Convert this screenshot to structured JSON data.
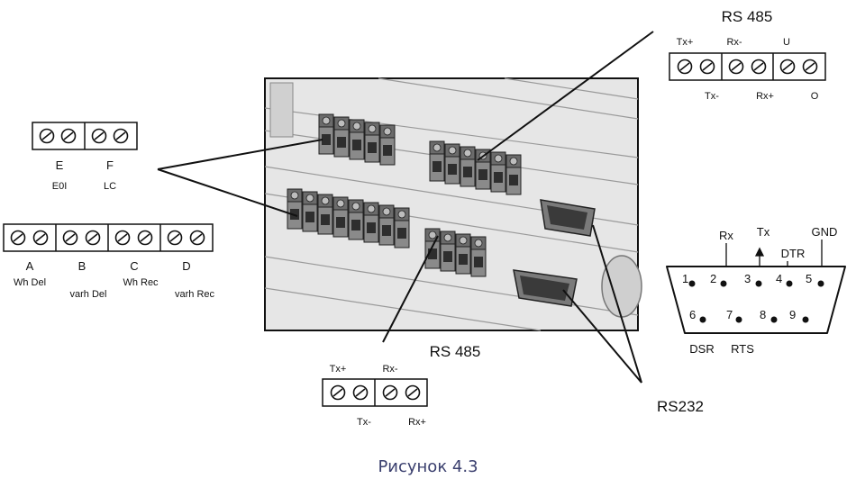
{
  "caption": "Рисунок 4.3",
  "top_rs485": {
    "title": "RS 485",
    "top_labels": [
      "Tx+",
      "Rx-",
      "U"
    ],
    "bottom_labels": [
      "Tx-",
      "Rx+",
      "O"
    ]
  },
  "ef_block": {
    "letters": [
      "E",
      "F"
    ],
    "names": [
      "E0I",
      "LC"
    ]
  },
  "abcd_block": {
    "letters": [
      "A",
      "B",
      "C",
      "D"
    ],
    "names": [
      "Wh Del",
      "varh Del",
      "Wh Rec",
      "varh Rec"
    ]
  },
  "bottom_rs485": {
    "title": "RS 485",
    "top_labels": [
      "Tx+",
      "Rx-"
    ],
    "bottom_labels": [
      "Tx-",
      "Rx+"
    ]
  },
  "rs232": {
    "title": "RS232",
    "signals_top": [
      "Rx",
      "Tx",
      "DTR",
      "GND"
    ],
    "signals_bottom": [
      "DSR",
      "RTS"
    ],
    "pins": [
      "1",
      "2",
      "3",
      "4",
      "5",
      "6",
      "7",
      "8",
      "9"
    ]
  }
}
